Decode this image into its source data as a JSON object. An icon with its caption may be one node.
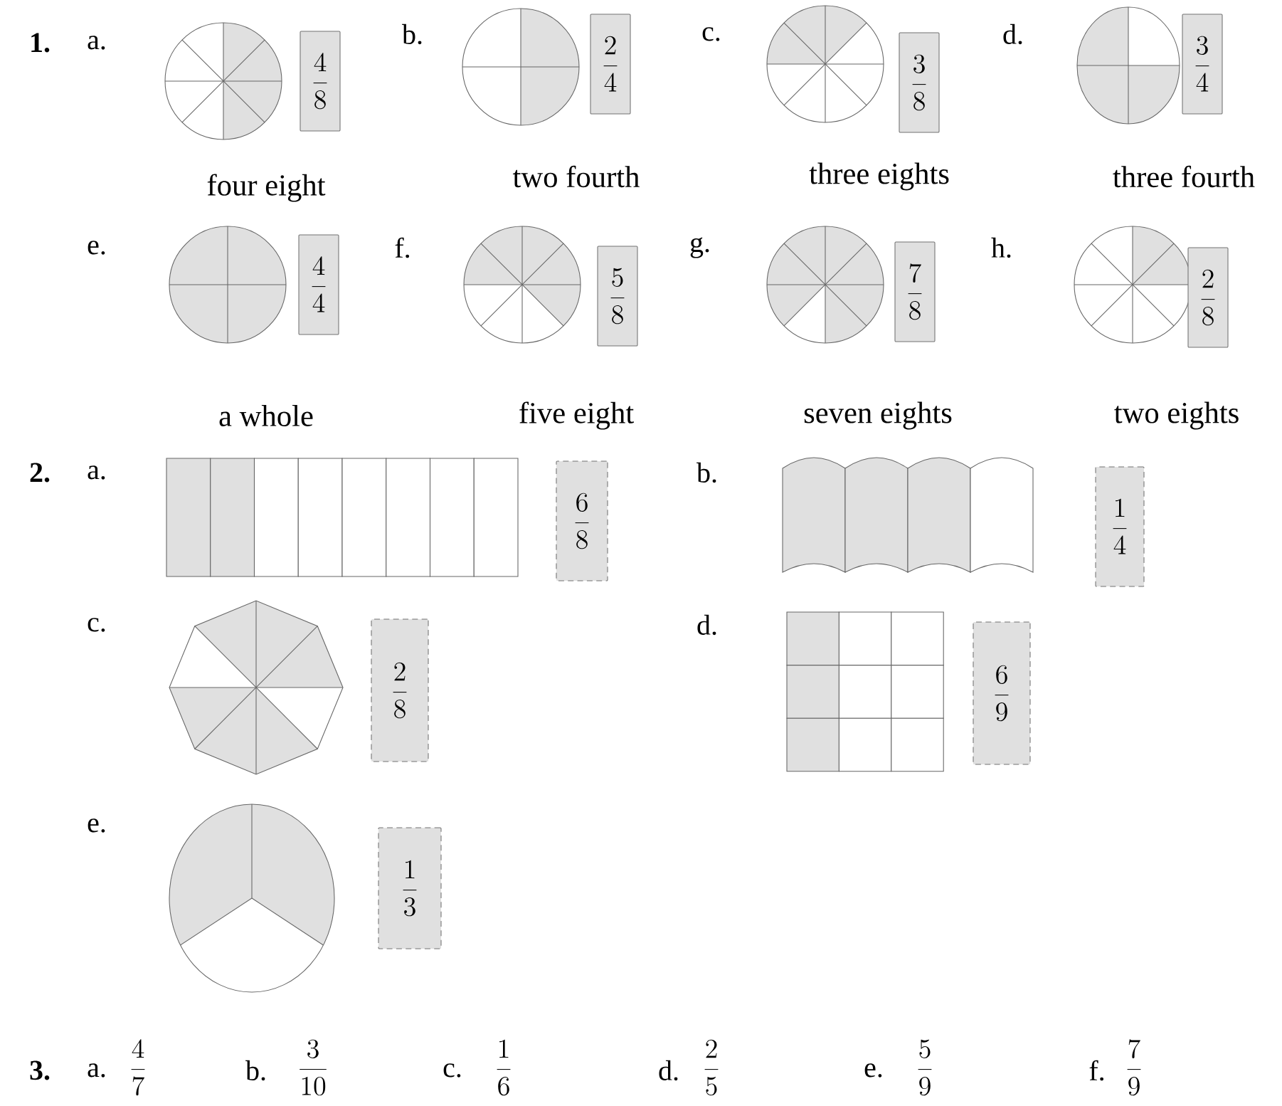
{
  "diagram": {
    "nodes": [
      {
        "text": [
          "\\frac{4}{8}"
        ]
      },
      {
        "text": [
          "\\frac{2}{4}"
        ]
      },
      {
        "text": [
          "\\frac{3}{8}"
        ]
      },
      {
        "text": [
          "\\frac{3}{4}"
        ]
      },
      {
        "text": [
          "\\frac{4}{4}"
        ]
      },
      {
        "text": [
          "\\frac{5}{8}"
        ]
      },
      {
        "text": [
          "\\frac{7}{8}"
        ]
      },
      {
        "text": [
          "\\frac{2}{8}"
        ]
      },
      {
        "text": [
          "\\frac{6}{8}"
        ]
      },
      {
        "text": [
          "\\frac{1}{4}"
        ]
      },
      {
        "text": [
          "\\frac{2}{8}"
        ]
      },
      {
        "text": [
          "\\frac{6}{9}"
        ]
      },
      {
        "text": [
          "\\frac{1}{3}"
        ]
      }
    ],
    "labels": [
      "1.",
      "a.",
      "b.",
      "c.",
      "d.",
      "four eight",
      "two fourth",
      "three eights",
      "three fourth",
      "e.",
      "f.",
      "g.",
      "h.",
      "a whole",
      "five eight",
      "seven eights",
      "two eights",
      "2.",
      "a.",
      "b.",
      "c.",
      "d.",
      "e.",
      "3.",
      "a.",
      "\\frac{4}{7}",
      "b.",
      "\\frac{3}{10}",
      "c.",
      "\\frac{1}{6}",
      "d.",
      "\\frac{2}{5}",
      "e.",
      "\\frac{5}{9}",
      "f.",
      "\\frac{7}{9}"
    ]
  }
}
